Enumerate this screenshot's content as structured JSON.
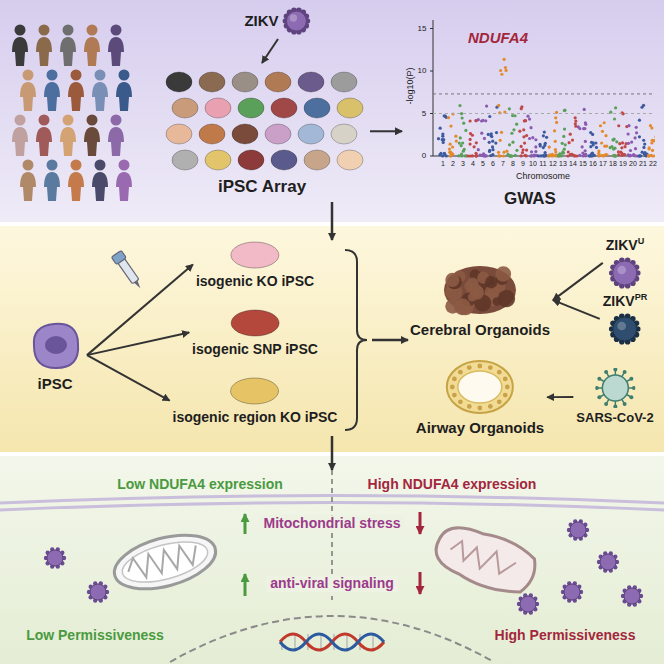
{
  "diagram": {
    "nodes": [
      {
        "text": [
          "ZIKV"
        ]
      },
      {
        "text": [
          "iPSC Array"
        ]
      },
      {
        "text": [
          "GWAS"
        ]
      },
      {
        "text": [
          "iPSC"
        ]
      },
      {
        "text": [
          "isogenic KO iPSC"
        ]
      },
      {
        "text": [
          "isogenic SNP iPSC"
        ]
      },
      {
        "text": [
          "isogenic region KO iPSC"
        ]
      },
      {
        "text": [
          "Cerebral Organoids"
        ]
      },
      {
        "text": [
          "Airway Organoids"
        ]
      },
      {
        "text": [
          "ZIKV",
          "U"
        ]
      },
      {
        "text": [
          "ZIKV",
          "PR"
        ]
      },
      {
        "text": [
          "SARS-CoV-2"
        ]
      }
    ],
    "edges": [
      {
        "from": 0,
        "to": 1,
        "arrow": "to"
      },
      {
        "from": 1,
        "to": 2,
        "arrow": "to"
      },
      {
        "from": 3,
        "to": 4,
        "arrow": "to"
      },
      {
        "from": 3,
        "to": 5,
        "arrow": "to"
      },
      {
        "from": 3,
        "to": 6,
        "arrow": "to"
      },
      {
        "from": 9,
        "to": 7,
        "arrow": "to"
      },
      {
        "from": 10,
        "to": 7,
        "arrow": "to"
      },
      {
        "from": 11,
        "to": 8,
        "arrow": "to"
      }
    ],
    "labels": [
      "NDUFA4",
      "-log10(P)",
      "0",
      "5",
      "10",
      "15",
      "1",
      "2",
      "3",
      "4",
      "5",
      "6",
      "7",
      "8",
      "9",
      "10",
      "11",
      "12",
      "13",
      "14",
      "15",
      "16",
      "17",
      "18",
      "19",
      "20",
      "21",
      "22",
      "Chromosome",
      "Low NDUFA4 expression",
      "High NDUFA4 expression",
      "Mitochondrial stress",
      "anti-viral signaling",
      "Low Permissiveness",
      "High Permissiveness"
    ]
  }
}
